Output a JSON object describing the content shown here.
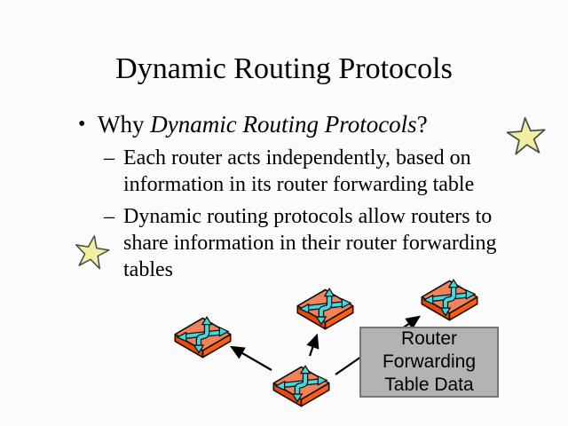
{
  "slide": {
    "title": "Dynamic Routing Protocols",
    "bullet": {
      "marker": "•",
      "prefix": "Why ",
      "emphasis": "Dynamic Routing Protocols",
      "suffix": "?"
    },
    "sub_bullets": [
      {
        "marker": "–",
        "lines": [
          "Each router acts independently, based on",
          "information in its router forwarding table"
        ]
      },
      {
        "marker": "–",
        "lines": [
          "Dynamic routing protocols allow routers to",
          "share information in their router forwarding",
          "tables"
        ]
      }
    ],
    "diagram": {
      "label_box": {
        "lines": [
          "Router",
          "Forwarding",
          "Table Data"
        ],
        "fill": "#b3b3b3",
        "border": "#757575"
      },
      "colors": {
        "router_top_face": "#f2825a",
        "router_left_face": "#e8490b",
        "router_right_face": "#ff5c14",
        "router_arrows": "#41d9de",
        "connector": "#000000",
        "star_fill": "#f2f0a0",
        "star_stroke": "#4d4d4d"
      }
    }
  }
}
